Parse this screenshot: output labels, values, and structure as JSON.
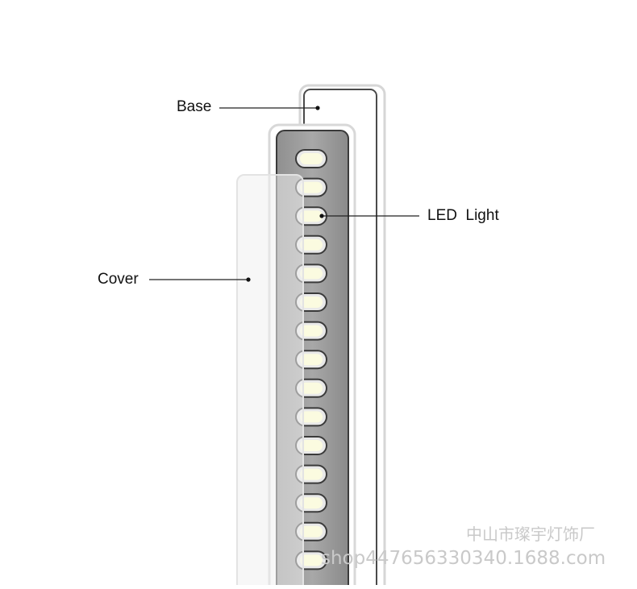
{
  "labels": {
    "base": "Base",
    "led_light": "LED  Light",
    "cover": "Cover"
  },
  "led_count": 15,
  "watermark": {
    "company": "中山市璨宇灯饰厂",
    "shop": "shop447656330340.1688.com"
  },
  "colors": {
    "base_outline": "#555555",
    "strip_fill": "#9e9e9e",
    "led_fill": "#fbfbe0",
    "cover_fill": "#f2f2f2",
    "leader_line": "#222222"
  }
}
